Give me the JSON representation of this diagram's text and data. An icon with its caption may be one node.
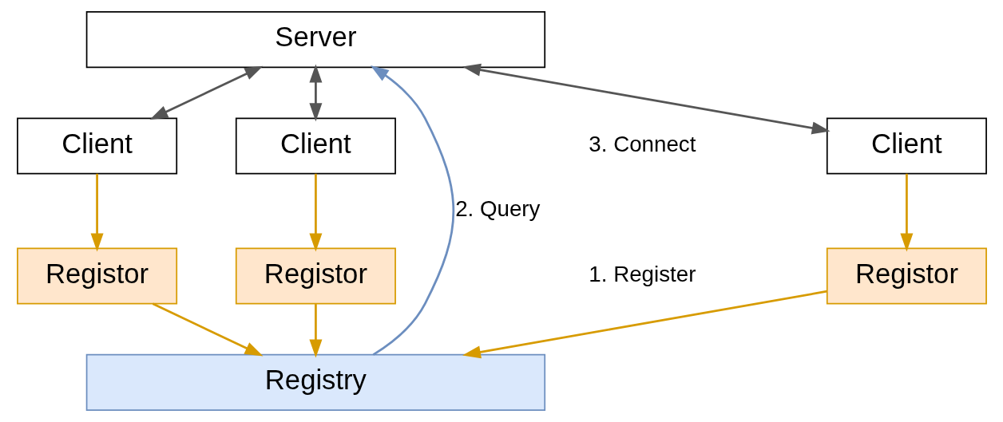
{
  "diagram": {
    "nodes": [
      {
        "text": [
          "Server"
        ]
      },
      {
        "text": [
          "Client"
        ]
      },
      {
        "text": [
          "Client"
        ]
      },
      {
        "text": [
          "Client"
        ]
      },
      {
        "text": [
          "Registor"
        ]
      },
      {
        "text": [
          "Registor"
        ]
      },
      {
        "text": [
          "Registor"
        ]
      },
      {
        "text": [
          "Registry"
        ]
      }
    ],
    "edges": [
      {
        "from": 0,
        "to": 1,
        "arrow": "both",
        "color": "#555555"
      },
      {
        "from": 0,
        "to": 2,
        "arrow": "both",
        "color": "#555555"
      },
      {
        "from": 0,
        "to": 3,
        "arrow": "both",
        "color": "#555555"
      },
      {
        "from": 1,
        "to": 4,
        "arrow": "to"
      },
      {
        "from": 2,
        "to": 5,
        "arrow": "to"
      },
      {
        "from": 3,
        "to": 6,
        "arrow": "to"
      },
      {
        "from": 4,
        "to": 7,
        "arrow": "to"
      },
      {
        "from": 5,
        "to": 7,
        "arrow": "to"
      },
      {
        "from": 6,
        "to": 7,
        "arrow": "to"
      },
      {
        "from": 7,
        "to": 0,
        "arrow": "to",
        "label": "2. Query",
        "color": "#6c8ebf"
      }
    ],
    "labels": [
      "3. Connect",
      "1. Register"
    ]
  }
}
